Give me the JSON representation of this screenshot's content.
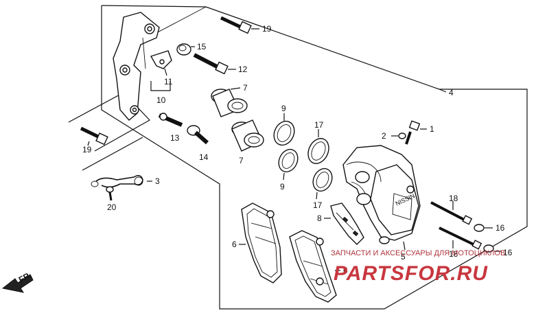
{
  "callouts": {
    "c1": "1",
    "c2": "2",
    "c3": "3",
    "c4": "4",
    "c5": "5",
    "c6a": "6",
    "c6b": "6",
    "c7a": "7",
    "c7b": "7",
    "c8": "8",
    "c9a": "9",
    "c9b": "9",
    "c10": "10",
    "c11": "11",
    "c12": "12",
    "c13": "13",
    "c14": "14",
    "c15": "15",
    "c16a": "16",
    "c16b": "16",
    "c17a": "17",
    "c17b": "17",
    "c18a": "18",
    "c18b": "18",
    "c19a": "19",
    "c19b": "19",
    "c20": "20"
  },
  "direction_marker": "FR.",
  "watermark": {
    "caption": "ЗАПЧАСТИ И АКСЕССУАРЫ ДЛЯ МОТОЦИКЛОВ",
    "brand": "PARTSFOR.RU"
  },
  "colors": {
    "line": "#111111",
    "watermark": "#c8373f"
  }
}
